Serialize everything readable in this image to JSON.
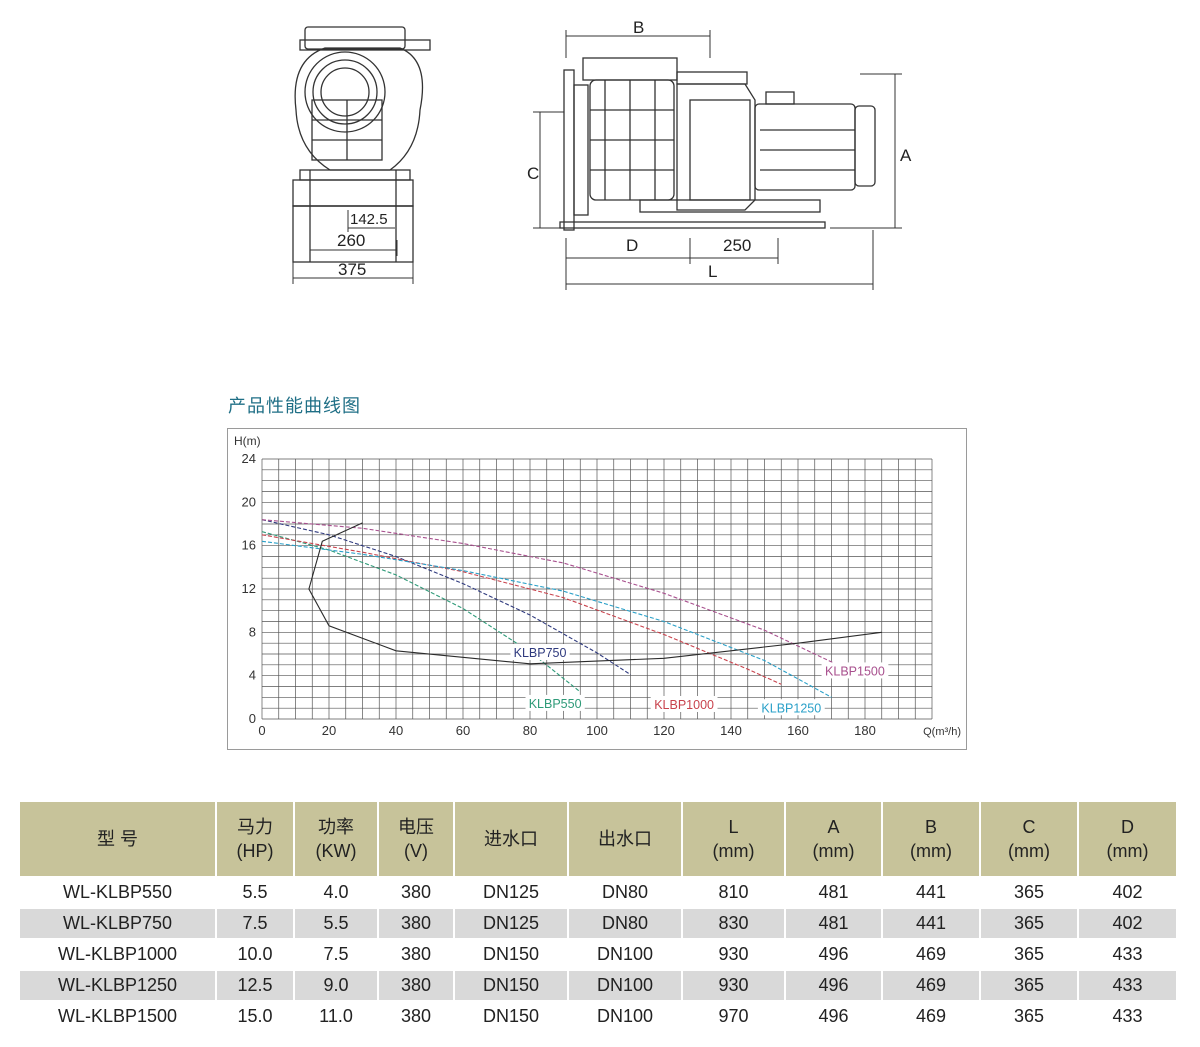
{
  "drawing": {
    "front_dims": [
      "142.5",
      "260",
      "375"
    ],
    "side_dims": [
      "B",
      "A",
      "C",
      "D",
      "250",
      "L"
    ]
  },
  "chart_title": "产品性能曲线图",
  "chart_data": {
    "type": "line",
    "ylabel": "H(m)",
    "xlabel": "Q(m³/h)",
    "xlim": [
      0,
      200
    ],
    "ylim": [
      0,
      24
    ],
    "x_ticks": [
      0,
      20,
      40,
      60,
      80,
      100,
      120,
      140,
      160,
      180
    ],
    "y_ticks": [
      0,
      4,
      8,
      12,
      16,
      20,
      24
    ],
    "grid": true,
    "series": [
      {
        "name": "KLBP550",
        "color": "#2e9a78",
        "x": [
          0,
          20,
          40,
          60,
          80,
          95
        ],
        "y": [
          17.3,
          15.6,
          13.3,
          10.2,
          6.2,
          2.5
        ]
      },
      {
        "name": "KLBP750",
        "color": "#2f3a7e",
        "x": [
          0,
          20,
          40,
          60,
          80,
          100,
          110
        ],
        "y": [
          18.4,
          17.0,
          15.0,
          12.5,
          9.6,
          6.1,
          4.1
        ]
      },
      {
        "name": "KLBP1000",
        "color": "#c8424c",
        "x": [
          0,
          30,
          60,
          90,
          120,
          145,
          155
        ],
        "y": [
          17.0,
          15.4,
          13.6,
          11.2,
          7.8,
          4.6,
          3.2
        ]
      },
      {
        "name": "KLBP1250",
        "color": "#2aa0c8",
        "x": [
          0,
          30,
          60,
          90,
          120,
          150,
          170
        ],
        "y": [
          16.4,
          15.2,
          13.7,
          11.8,
          9.0,
          5.4,
          2.0
        ]
      },
      {
        "name": "KLBP1500",
        "color": "#a8508e",
        "x": [
          0,
          30,
          60,
          90,
          120,
          150,
          180
        ],
        "y": [
          18.4,
          17.6,
          16.2,
          14.4,
          11.6,
          8.2,
          3.8
        ]
      },
      {
        "name": "",
        "color": "#2b2b2b",
        "x": [
          30,
          18,
          14,
          20,
          40,
          80,
          120,
          160,
          185
        ],
        "y": [
          18.1,
          16.4,
          12.0,
          8.6,
          6.3,
          5.1,
          5.6,
          7.0,
          8.0
        ]
      }
    ],
    "labels": [
      {
        "text": "KLBP750",
        "color": "#2f3a7e",
        "x": 83,
        "y": 6.0
      },
      {
        "text": "KLBP550",
        "color": "#2e9a78",
        "x": 87.5,
        "y": 1.3
      },
      {
        "text": "KLBP1000",
        "color": "#c8424c",
        "x": 126,
        "y": 1.2
      },
      {
        "text": "KLBP1250",
        "color": "#2aa0c8",
        "x": 158,
        "y": 0.9
      },
      {
        "text": "KLBP1500",
        "color": "#a8508e",
        "x": 177,
        "y": 4.3
      }
    ]
  },
  "table": {
    "headers": [
      [
        "型 号"
      ],
      [
        "马力",
        "(HP)"
      ],
      [
        "功率",
        "(KW)"
      ],
      [
        "电压",
        "(V)"
      ],
      [
        "进水口"
      ],
      [
        "出水口"
      ],
      [
        "L",
        "(mm)"
      ],
      [
        "A",
        "(mm)"
      ],
      [
        "B",
        "(mm)"
      ],
      [
        "C",
        "(mm)"
      ],
      [
        "D",
        "(mm)"
      ]
    ],
    "rows": [
      [
        "WL-KLBP550",
        "5.5",
        "4.0",
        "380",
        "DN125",
        "DN80",
        "810",
        "481",
        "441",
        "365",
        "402"
      ],
      [
        "WL-KLBP750",
        "7.5",
        "5.5",
        "380",
        "DN125",
        "DN80",
        "830",
        "481",
        "441",
        "365",
        "402"
      ],
      [
        "WL-KLBP1000",
        "10.0",
        "7.5",
        "380",
        "DN150",
        "DN100",
        "930",
        "496",
        "469",
        "365",
        "433"
      ],
      [
        "WL-KLBP1250",
        "12.5",
        "9.0",
        "380",
        "DN150",
        "DN100",
        "930",
        "496",
        "469",
        "365",
        "433"
      ],
      [
        "WL-KLBP1500",
        "15.0",
        "11.0",
        "380",
        "DN150",
        "DN100",
        "970",
        "496",
        "469",
        "365",
        "433"
      ]
    ]
  }
}
